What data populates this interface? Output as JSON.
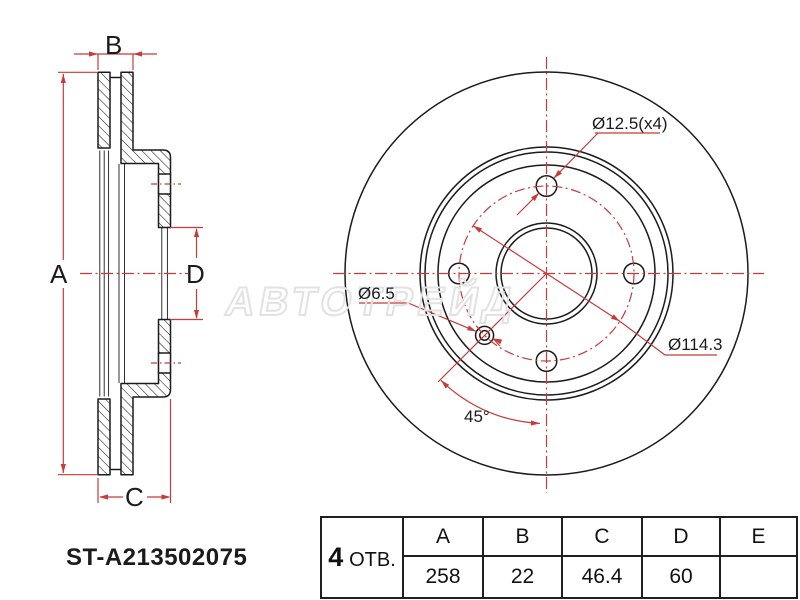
{
  "part_number": "ST-A213502075",
  "watermark_text": "АВТОТРЕЙД",
  "section_view": {
    "dim_a": "A",
    "dim_b": "B",
    "dim_c": "C",
    "dim_d": "D"
  },
  "front_view": {
    "bolt_holes_label": "Ø12.5(x4)",
    "pilot_hole_label": "Ø6.5",
    "bolt_circle_label": "Ø114.3",
    "angle_label": "45°"
  },
  "spec_table": {
    "holes_count": "4",
    "holes_word": "ОТВ.",
    "columns": [
      "A",
      "B",
      "C",
      "D",
      "E"
    ],
    "values": [
      "258",
      "22",
      "46.4",
      "60",
      ""
    ]
  },
  "colors": {
    "line_black": "#1b1b1b",
    "dimension_red": "#c63b3b",
    "watermark_gray": "#e2e2e2"
  }
}
